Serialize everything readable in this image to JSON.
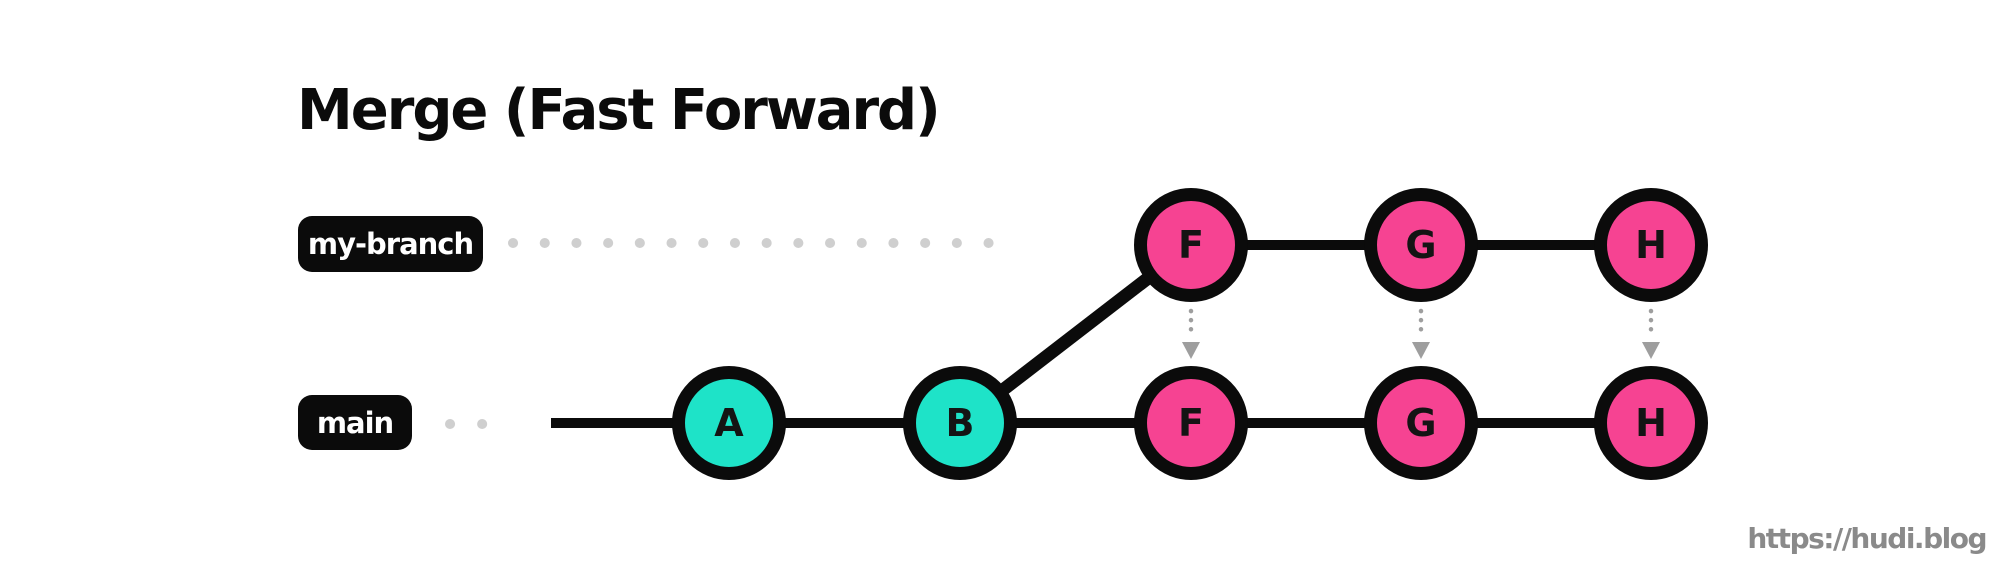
{
  "title": "Merge (Fast Forward)",
  "watermark": "https://hudi.blog",
  "colors": {
    "pink": "#F64392",
    "teal": "#1EE3C8",
    "line": "#0B0B0B",
    "label_bg": "#0B0B0B",
    "label_text": "#FFFFFF",
    "dot": "#CFCFCF",
    "arrow": "#9E9E9E",
    "watermark_color": "#8A8A8A",
    "commit_text": "#141414"
  },
  "branches": [
    {
      "label": "my-branch",
      "commits": [
        "F",
        "G",
        "H"
      ]
    },
    {
      "label": "main",
      "commits": [
        "A",
        "B",
        "F",
        "G",
        "H"
      ]
    }
  ]
}
